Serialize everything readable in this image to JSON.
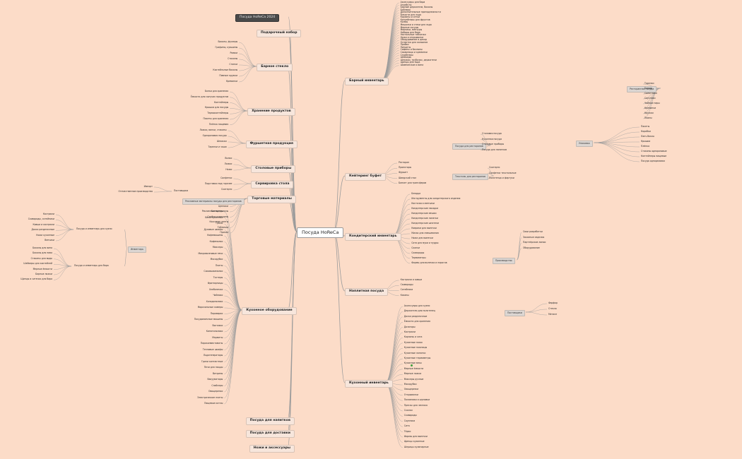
{
  "root": "Посуда HoReCa",
  "right_branches": [
    {
      "label": "Барный инвентарь",
      "items": [
        "Аксессуары для бара",
        "Атрибуты",
        "Барные держатели, бокалы",
        "Бойлеры",
        "Дополнительные принадлежности",
        "Ёмкости для льда",
        "Корзины и сетки",
        "Контейнеры для фруктов",
        "Колбы",
        "Мешалки и стеки для льда",
        "Мерные сосуды",
        "Мерники, мензуры",
        "Наборы для бара",
        "Настольные таблички",
        "Ножи и открывалки",
        "Оборудование и декор",
        "Оснастка для кальянов",
        "Пробки",
        "Пинцеты",
        "Сифоны и баллоны",
        "Сахарницы и креманки",
        "Стрейнеры",
        "Шейкеры",
        "Шпажки, трубочки, держатели",
        "Щипцы для льда",
        "Шампанское и вина"
      ]
    },
    {
      "label": "Кейтеринг буфет",
      "items": [
        "Ресторан",
        "Проекторы",
        "Фуршет",
        "Шведский стол",
        "Банкет для трансферов"
      ]
    },
    {
      "label": "Кондитерский инвентарь",
      "items": [
        "Блюдца",
        "Инструменты для кондитерского изделия",
        "Кисточки и венчики",
        "Кондитерские насадки",
        "Кондитерские мешки",
        "Кондитерские лопатки",
        "Кондитерские шпатели",
        "Коврики для выпечки",
        "Миски для смешивания",
        "Ножи для выпечки",
        "Сита для муки и пудры",
        "Скалки",
        "Сковороды",
        "Термометры",
        "Формы для выпечки и пирогов"
      ]
    },
    {
      "label": "Наплитная посуда",
      "items": [
        "Кастрюли и ковши",
        "Сковороды",
        "Сотейники",
        "Казаны"
      ]
    },
    {
      "label": "Кухонный инвентарь",
      "items": [
        "Аксессуары для кухни",
        "Держатели для полотенец",
        "Доски разделочные",
        "Ёмкости для хранения",
        "Дозаторы",
        "Кастрюли",
        "Корзины и сита",
        "Кухонные ножи",
        "Кухонные ножницы",
        "Кухонные лопатки",
        "Кухонные термометры",
        "Кухонные весы",
        "Мерные ёмкости",
        "Мерные ложки",
        "Миксеры ручные",
        "Мясорубки",
        "Овощерезки",
        "Открывалки",
        "Половники и шумовки",
        "Прессы для чеснока",
        "Скалки",
        "Сковороды",
        "Соусники",
        "Сита",
        "Тёрки",
        "Формы для выпечки",
        "Щипцы кухонные",
        "Шприцы кулинарные"
      ]
    }
  ],
  "left_branches": [
    {
      "label": "Барное стекло",
      "items": [
        "Бокалы, фужеры",
        "Графины, кувшины",
        "Рюмки",
        "Стаканы",
        "Стопки",
        "Коктейльные бокалы",
        "Пивные кружки",
        "Креманки"
      ]
    },
    {
      "label": "Хранение продуктов",
      "items": [
        "Банки для хранения",
        "Ёмкости для сыпучих продуктов",
        "Контейнеры",
        "Крышки для посуды",
        "Термоконтейнеры",
        "Пакеты для хранения",
        "Плёнка пищевая"
      ]
    },
    {
      "label": "Фуршетная продукция",
      "items": [
        "Ложки, вилки, стаканы",
        "Одноразовая посуда",
        "Шпажки",
        "Тарелки и чаши"
      ]
    },
    {
      "label": "Столовые приборы",
      "items": [
        "Вилки",
        "Ложки",
        "Ножи"
      ]
    },
    {
      "label": "Сервировка стола",
      "items": [
        "Салфетки",
        "Подставки под горячее",
        "Скатерти"
      ]
    }
  ],
  "left_top_branches": [
    {
      "label": "Посуда HoReCa 2024"
    },
    {
      "label": "Подарочный набор"
    }
  ],
  "left_bottom_branches": [
    {
      "label": "Торговые материалы",
      "items": [
        "Упаковка для товара",
        "Ценники",
        "Рекламные материалы",
        "Стойки и витрины",
        "Кассовые ленты",
        "Таблички",
        "Прочее"
      ]
    },
    {
      "label": "Кухонное оборудование",
      "items": [
        "Блендеры",
        "Весы кухонные",
        "Грили",
        "Духовые шкафы",
        "Кофемашины",
        "Кофемолки",
        "Миксеры",
        "Микроволновые печи",
        "Мясорубки",
        "Плиты",
        "Соковыжималки",
        "Тостеры",
        "Фритюрницы",
        "Хлебопечки",
        "Чайники",
        "Холодильники",
        "Морозильные камеры",
        "Пароварки",
        "Посудомоечные машины",
        "Вытяжки",
        "Кипятильники",
        "Мармиты",
        "Пароконвектоматы",
        "Тепловые шкафы",
        "Льдогенераторы",
        "Грили контактные",
        "Печи для пиццы",
        "Витрины",
        "Вакууматоры",
        "Слайсеры",
        "Овощерезки",
        "Электрические плиты",
        "Пищевые котлы"
      ]
    },
    {
      "label": "Посуда для напитков"
    },
    {
      "label": "Посуда для доставки"
    },
    {
      "label": "Ножи и аксессуары"
    }
  ],
  "far_left": {
    "group": "Инвентарь",
    "a": {
      "label": "Посуда и инвентарь для кухни",
      "items": [
        "Кастрюли",
        "Сковороды, сотейники",
        "Ковши и кастрюли",
        "Доски разделочные",
        "Ножи кухонные",
        "Венчики"
      ]
    },
    "b": {
      "label": "Посуда и инвентарь для бара",
      "items": [
        "Бокалы для вина",
        "Бокалы для пива",
        "Стаканы для воды",
        "Шейкеры для коктейлей",
        "Мерные ёмкости",
        "Барные ложки",
        "Щипцы и ситечки для бара"
      ]
    },
    "c": {
      "label": "Поставщики",
      "items": [
        "Импорт",
        "Отечественное производство"
      ]
    },
    "d": "Рекламные материалы посуды для ресторанов"
  },
  "right_far": {
    "g1": {
      "label": "Посуда для ресторанов",
      "items": [
        "Столовая посуда",
        "Кухонная посуда",
        "Столовые приборы",
        "Посуда для напитков"
      ]
    },
    "g2": {
      "label": "Текстиль для ресторанов",
      "items": [
        "Скатерти",
        "Салфетки текстильные",
        "Полотенца и фартуки"
      ]
    },
    "g3": {
      "label": "Производство",
      "items": [
        "Свои разработки",
        "Заказные изделия",
        "Партнёрские линии",
        "Оборудование"
      ]
    },
    "g4": {
      "label": "Упаковка",
      "items": [
        "Пакеты",
        "Коробки",
        "Ланч-боксы",
        "Крышки",
        "Плёнка",
        "Стаканы одноразовые",
        "Контейнеры пищевые",
        "Посуда одноразовая"
      ]
    },
    "g5": {
      "label": "Ресторанная посуда",
      "items": [
        "Тарелки",
        "Блюда",
        "Салатники",
        "Соусники",
        "Чайные пары",
        "Креманки",
        "Кружки",
        "Пиалы"
      ]
    },
    "g6": {
      "label": "Поставщики",
      "items": [
        "Фарфор",
        "Стекло",
        "Металл"
      ]
    }
  },
  "colors": {
    "background": "#fcdcc8",
    "link": "#9b9b9b",
    "node_fill": "#f7e6dc",
    "dark_node": "#4a4a4a",
    "tag": "#dcd6d2"
  }
}
